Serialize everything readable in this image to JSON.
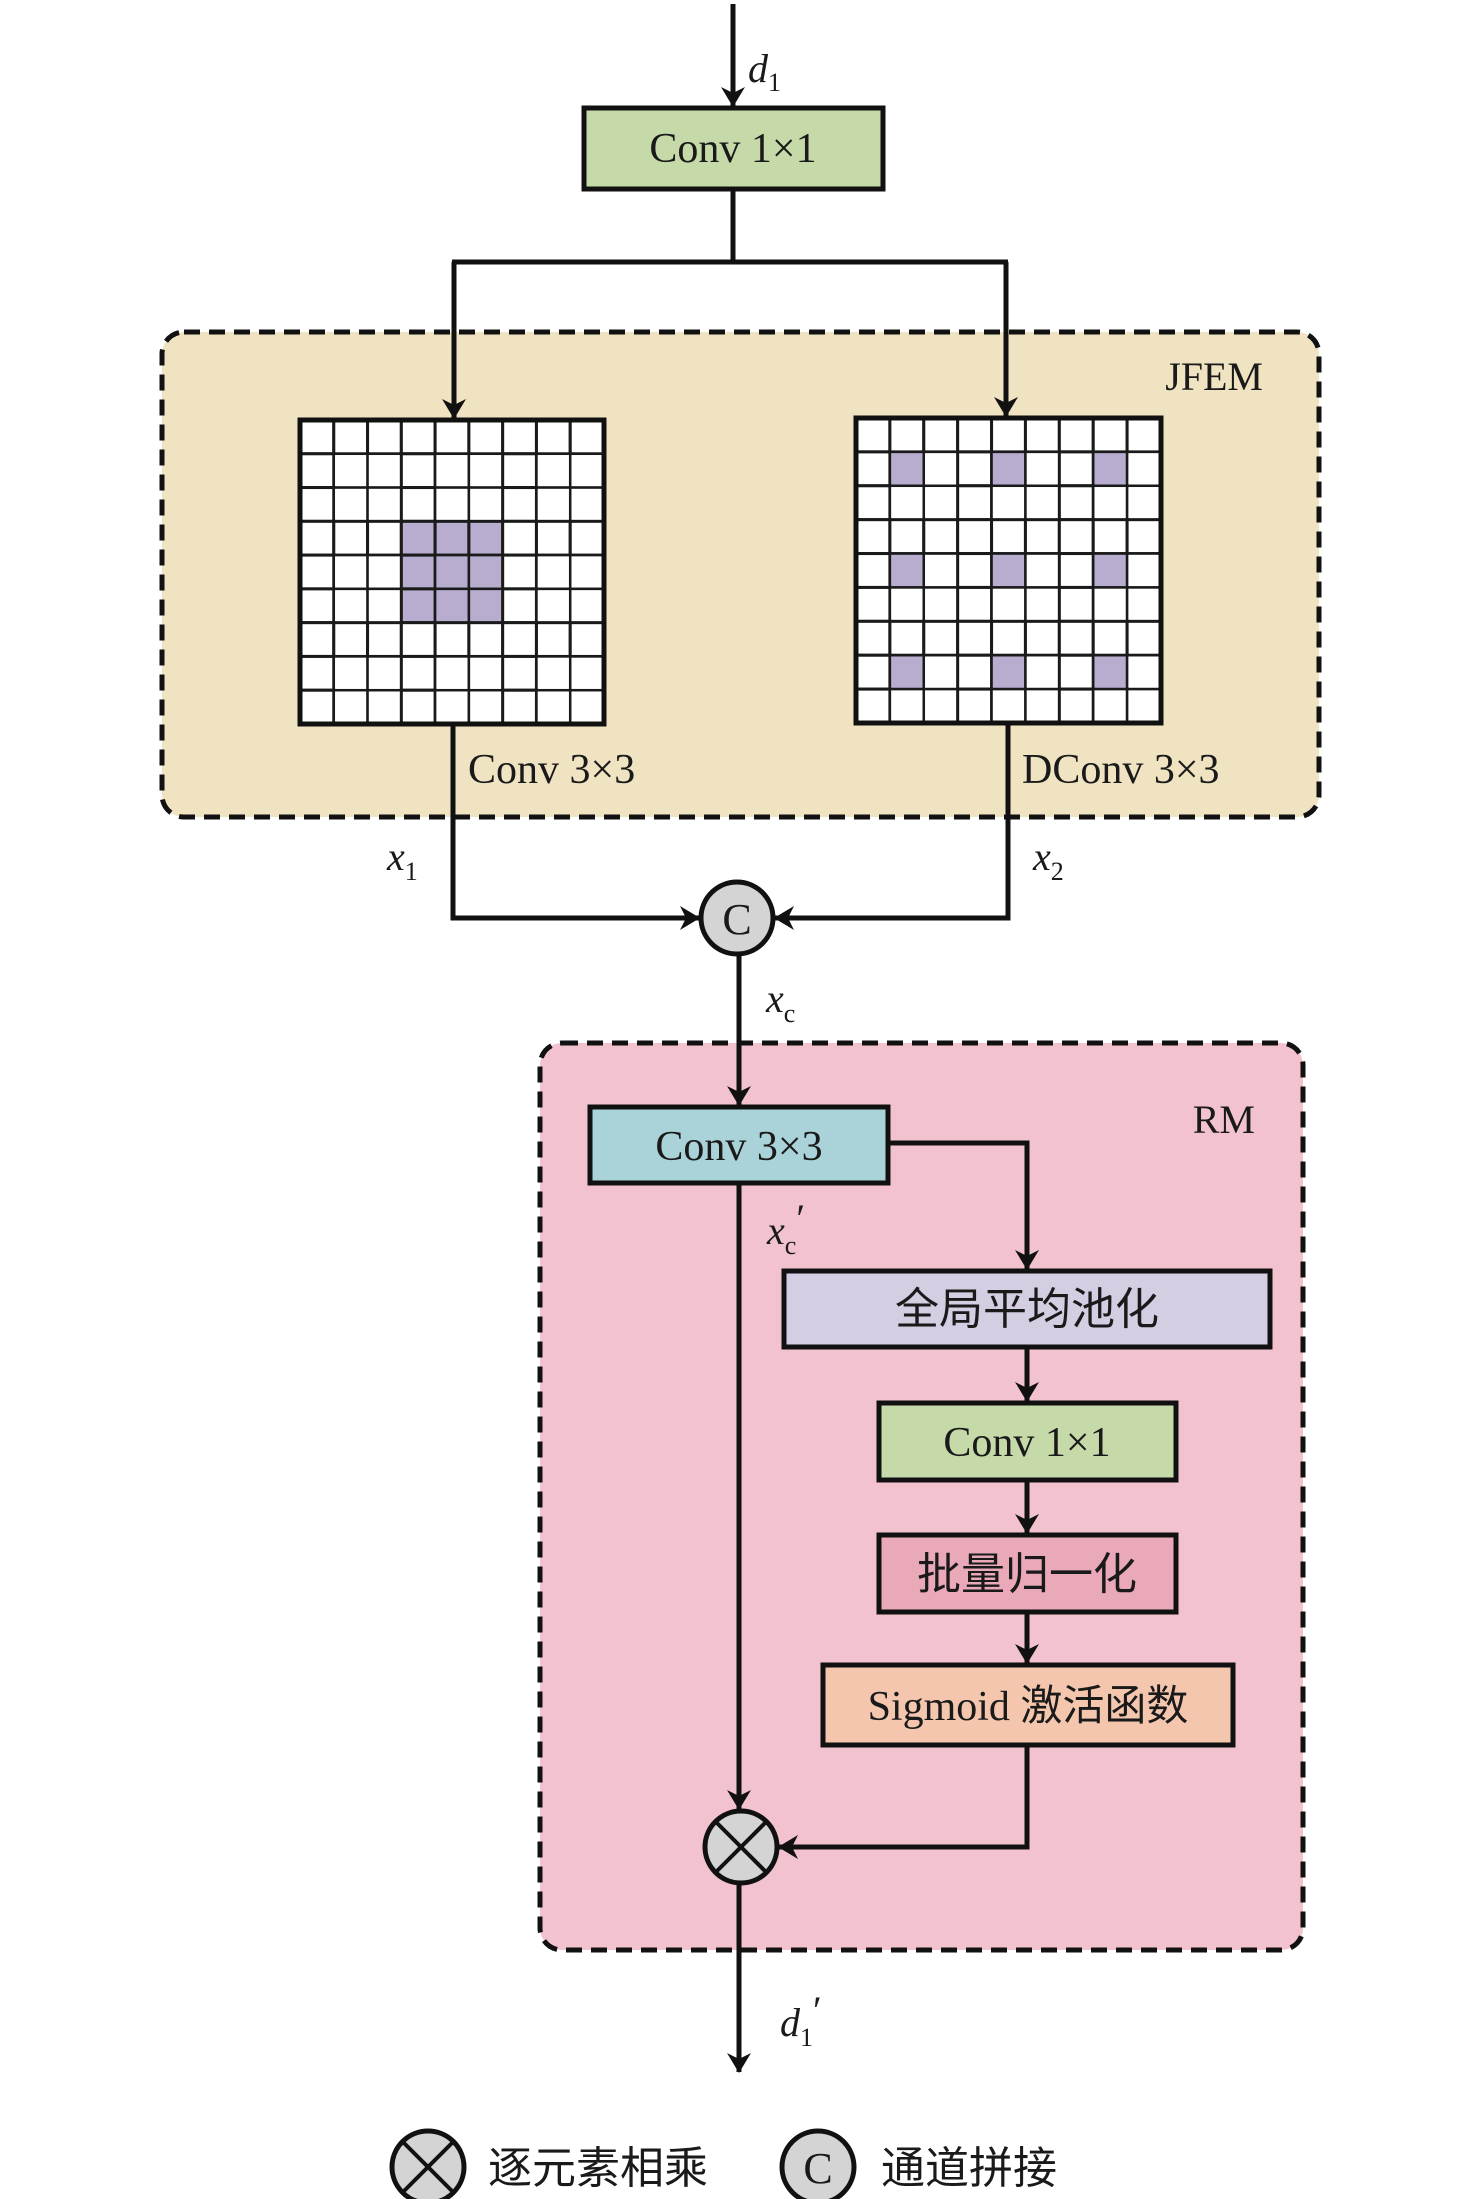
{
  "input_label": {
    "base": "d",
    "sub": "1",
    "prime": ""
  },
  "output_label": {
    "base": "d",
    "sub": "1",
    "prime": "′"
  },
  "top_conv": {
    "label": "Conv 1×1",
    "color": "#c6d9a9"
  },
  "jfem": {
    "title": "JFEM",
    "color": "#f0e3c2",
    "left_branch": {
      "label": "Conv 3×3",
      "grid_size": 9,
      "highlight_cells": [
        [
          3,
          3
        ],
        [
          3,
          4
        ],
        [
          3,
          5
        ],
        [
          4,
          3
        ],
        [
          4,
          4
        ],
        [
          4,
          5
        ],
        [
          5,
          3
        ],
        [
          5,
          4
        ],
        [
          5,
          5
        ]
      ],
      "output": {
        "base": "x",
        "sub": "1"
      }
    },
    "right_branch": {
      "label": "DConv 3×3",
      "grid_size": 9,
      "highlight_cells": [
        [
          1,
          1
        ],
        [
          1,
          4
        ],
        [
          1,
          7
        ],
        [
          4,
          1
        ],
        [
          4,
          4
        ],
        [
          4,
          7
        ],
        [
          7,
          1
        ],
        [
          7,
          4
        ],
        [
          7,
          7
        ]
      ],
      "output": {
        "base": "x",
        "sub": "2"
      }
    },
    "highlight_color": "#b8accf"
  },
  "concat_node": {
    "symbol": "C",
    "output": {
      "base": "x",
      "sub": "c"
    }
  },
  "rm": {
    "title": "RM",
    "color": "#f2c3ce",
    "conv3": {
      "label": "Conv 3×3",
      "color": "#a9d3d8",
      "output": {
        "base": "x",
        "sub": "c",
        "prime": "′"
      }
    },
    "gap": {
      "label": "全局平均池化",
      "color": "#d5cde2"
    },
    "conv1": {
      "label": "Conv 1×1",
      "color": "#c6d9a9"
    },
    "bn": {
      "label": "批量归一化",
      "color": "#eaa9b8"
    },
    "sigmoid": {
      "label": "Sigmoid 激活函数",
      "color": "#f3c6ad"
    }
  },
  "multiply_node": {
    "symbol": "⊗"
  },
  "legend": {
    "multiply": {
      "label": "逐元素相乘"
    },
    "concat": {
      "symbol": "C",
      "label": "通道拼接"
    }
  },
  "node_fill": "#d4d4d4"
}
